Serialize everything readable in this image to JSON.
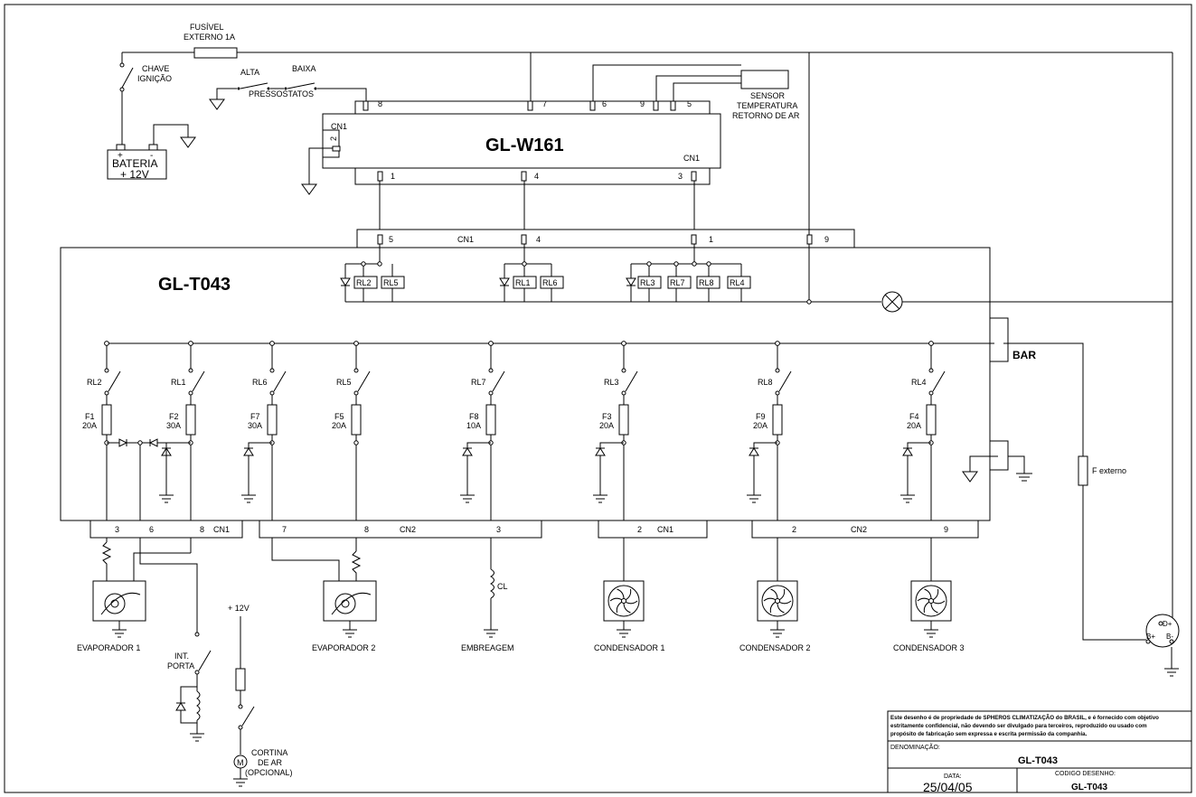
{
  "modules": {
    "w161": "GL-W161",
    "t043": "GL-T043"
  },
  "top": {
    "fuse_line1": "FUSÍVEL",
    "fuse_line2": "EXTERNO 1A",
    "key_line1": "CHAVE",
    "key_line2": "IGNIÇÃO",
    "alta": "ALTA",
    "baixa": "BAIXA",
    "pressostatos": "PRESSOSTATOS",
    "battery_line1": "BATERIA",
    "battery_line2": "+ 12V",
    "battery_plus": "+",
    "battery_minus": "-",
    "sensor_line1": "SENSOR",
    "sensor_line2": "TEMPERATURA",
    "sensor_line3": "RETORNO DE AR"
  },
  "w161_pins": {
    "top": [
      "8",
      "7",
      "6",
      "9",
      "5"
    ],
    "left": "2",
    "bottom": [
      "1",
      "4",
      "3"
    ],
    "cn_top": "CN1",
    "cn_bottom": "CN1"
  },
  "t043_top_connector": {
    "label": "CN1",
    "pins": [
      "5",
      "4",
      "1",
      "9"
    ]
  },
  "relay_groups": [
    [
      "RL2",
      "RL5"
    ],
    [
      "RL1",
      "RL6"
    ],
    [
      "RL3",
      "RL7",
      "RL8",
      "RL4"
    ]
  ],
  "bar_label": "BAR",
  "f_externo": "F externo",
  "channels": [
    {
      "relay": "RL2",
      "fuse": "F1",
      "amp": "20A"
    },
    {
      "relay": "RL1",
      "fuse": "F2",
      "amp": "30A"
    },
    {
      "relay": "RL6",
      "fuse": "F7",
      "amp": "30A"
    },
    {
      "relay": "RL5",
      "fuse": "F5",
      "amp": "20A"
    },
    {
      "relay": "RL7",
      "fuse": "F8",
      "amp": "10A"
    },
    {
      "relay": "RL3",
      "fuse": "F3",
      "amp": "20A"
    },
    {
      "relay": "RL8",
      "fuse": "F9",
      "amp": "20A"
    },
    {
      "relay": "RL4",
      "fuse": "F4",
      "amp": "20A"
    }
  ],
  "bottom_connectors": [
    {
      "label": "CN1",
      "pins": [
        "3",
        "6",
        "8"
      ]
    },
    {
      "label": "CN2",
      "pins": [
        "7",
        "8",
        "3"
      ]
    },
    {
      "label": "CN1",
      "pins": [
        "2"
      ]
    },
    {
      "label": "CN2",
      "pins": [
        "2",
        "9"
      ]
    }
  ],
  "loads": {
    "evap1": "EVAPORADOR 1",
    "evap2": "EVAPORADOR 2",
    "clutch": "EMBREAGEM",
    "clutch_coil": "CL",
    "cond1": "CONDENSADOR 1",
    "cond2": "CONDENSADOR 2",
    "cond3": "CONDENSADOR 3",
    "door_line1": "INT.",
    "door_line2": "PORTA",
    "v12": "+ 12V",
    "curtain_line1": "CORTINA",
    "curtain_line2": "DE AR",
    "curtain_line3": "(OPCIONAL)",
    "motor": "M"
  },
  "alternator": {
    "d_plus": "D+",
    "b_plus": "B+",
    "b_minus": "B-"
  },
  "title_block": {
    "notice_line1": "Este desenho é de propriedade de SPHEROS CLIMATIZAÇÃO do BRASIL, e é fornecido com objetivo",
    "notice_line2": "estritamente confidencial, não devendo ser divulgado para terceiros, reproduzido ou usado com",
    "notice_line3": "propósito de fabricação sem expressa e escrita permissão da companhia.",
    "denominacao_label": "DENOMINAÇÃO:",
    "denominacao": "GL-T043",
    "data_label": "DATA:",
    "data": "25/04/05",
    "codigo_label": "CODIGO DESENHO:",
    "codigo": "GL-T043"
  }
}
